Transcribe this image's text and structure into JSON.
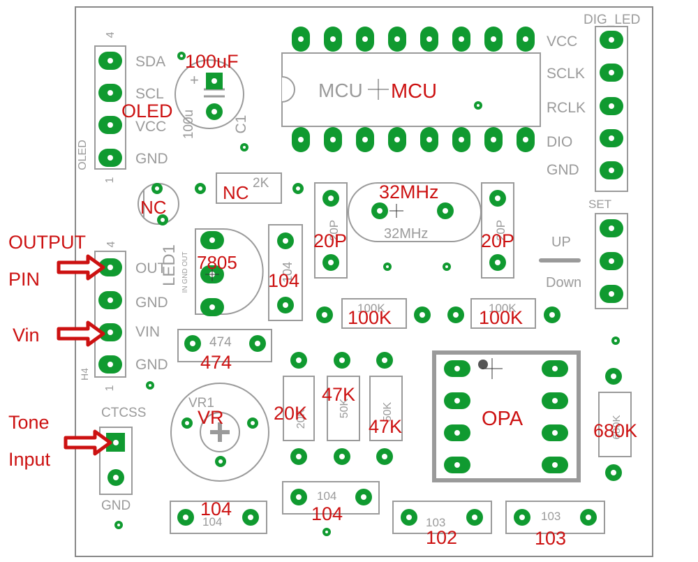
{
  "colors": {
    "pad": "#109a30",
    "silk": "#9a9a9a",
    "annotation": "#cc1111",
    "board_edge": "#888888",
    "background": "#ffffff"
  },
  "silkscreen": {
    "header_oled_pins": [
      "SDA",
      "SCL",
      "VCC",
      "GND"
    ],
    "header_oled_name": "OLED",
    "header_oled_num_top": "4",
    "header_oled_num_bottom": "1",
    "cap_100u_value": "100u",
    "cap_100u_name": "C1",
    "mcu_label": "MCU",
    "dig_led_title": "DIG_LED",
    "dig_led_pins": [
      "VCC",
      "SCLK",
      "RCLK",
      "DIO",
      "GND"
    ],
    "set_title": "SET",
    "set_up": "UP",
    "set_down": "Down",
    "res_2k": "2K",
    "led_name": "LED1",
    "reg_pins": "IN GND OUT",
    "cap_104_vertical": "104",
    "cap_20p_left": "20P",
    "cap_20p_right": "20P",
    "crystal_32mhz": "32MHz",
    "res_100k_left": "100K",
    "res_100k_right": "100K",
    "header_h4_num_top": "4",
    "header_h4_num_bottom": "1",
    "header_h4_pins": [
      "OUT",
      "GND",
      "VIN",
      "GND"
    ],
    "header_h4_name": "H4",
    "cap_474": "474",
    "vr_name": "VR1",
    "ctcss_title": "CTCSS",
    "ctcss_gnd": "GND",
    "res_20k_body": "20K",
    "res_47k_a_body": "50K",
    "res_47k_b_body": "50K",
    "res_680k_body": "680K",
    "cap_104_bottom_left": "104",
    "cap_104_bottom_mid": "104",
    "cap_103_a": "103",
    "cap_103_b": "103"
  },
  "annotations": {
    "oled": "OLED",
    "cap_100uf": "100uF",
    "mcu": "MCU",
    "crystal": "32MHz",
    "nc_res": "NC",
    "nc_led": "NC",
    "reg_7805": "7805",
    "cap_104_vertical": "104",
    "cap_20p_left": "20P",
    "cap_20p_right": "20P",
    "res_100k_left": "100K",
    "res_100k_right": "100K",
    "cap_474": "474",
    "vr": "VR",
    "res_20k": "20K",
    "res_47k_a": "47K",
    "res_47k_b": "47K",
    "opa": "OPA",
    "res_680k": "680K",
    "cap_104_bottom_left": "104",
    "cap_104_bottom_mid": "104",
    "cap_102": "102",
    "cap_103": "103",
    "output_pin_line1": "OUTPUT",
    "output_pin_line2": "PIN",
    "vin": "Vin",
    "tone_line1": "Tone",
    "tone_line2": "Input"
  }
}
